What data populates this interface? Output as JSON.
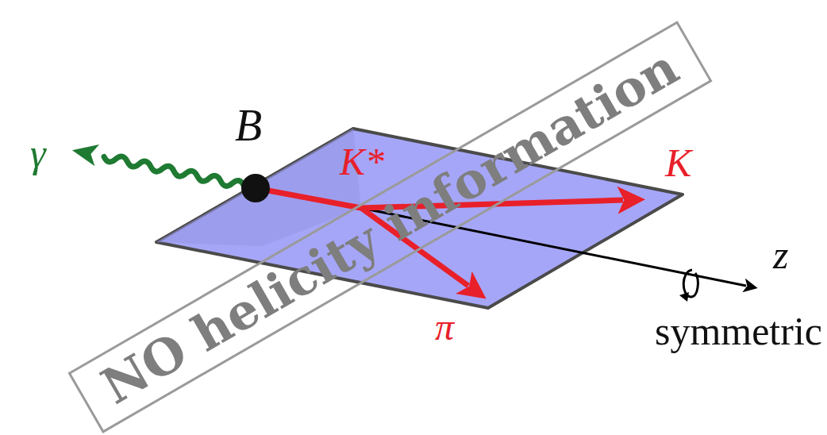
{
  "diagram": {
    "nodes": [
      {
        "text": [
          "NO helicity information"
        ]
      }
    ],
    "labels": [
      "γ",
      "B",
      "K*",
      "K",
      "π",
      "z",
      "symmetric"
    ]
  }
}
